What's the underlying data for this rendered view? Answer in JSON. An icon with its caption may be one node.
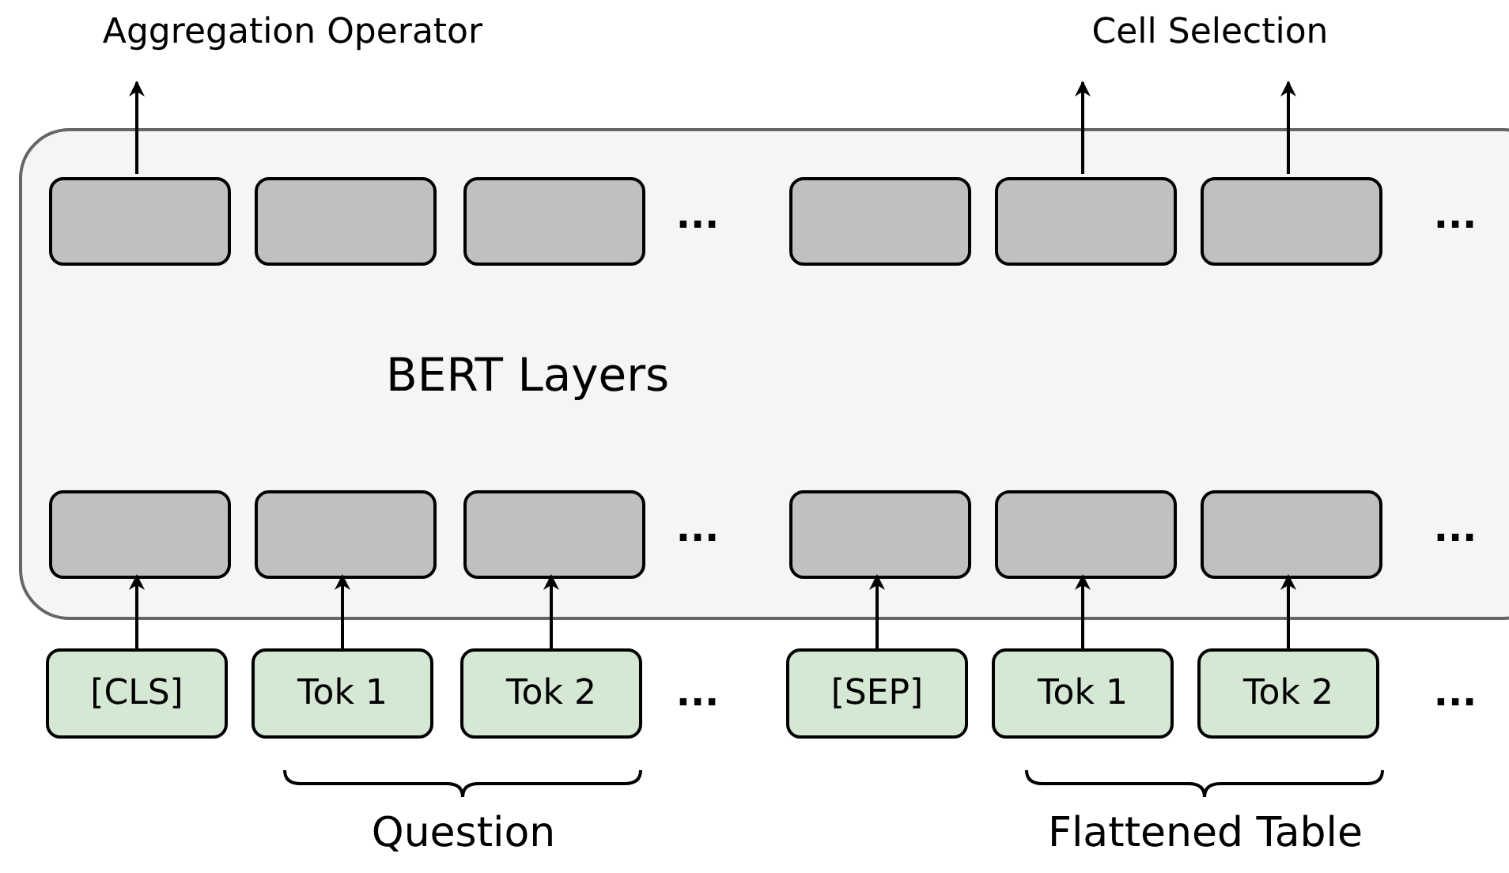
{
  "diagram": {
    "nodes": [
      {
        "text": [
          "Aggregation Operator"
        ]
      },
      {
        "text": [
          "Cell Selection"
        ]
      },
      {
        "text": [
          "BERT Layers"
        ]
      },
      {
        "text": [],
        "shape": "box",
        "in": 2
      },
      {
        "text": [],
        "shape": "box",
        "in": 2
      },
      {
        "text": [],
        "shape": "box",
        "in": 2
      },
      {
        "text": [],
        "shape": "box",
        "in": 2
      },
      {
        "text": [],
        "shape": "box",
        "in": 2
      },
      {
        "text": [],
        "shape": "box",
        "in": 2
      },
      {
        "text": [],
        "shape": "box",
        "in": 2
      },
      {
        "text": [],
        "shape": "box",
        "in": 2
      },
      {
        "text": [],
        "shape": "box",
        "in": 2
      },
      {
        "text": [],
        "shape": "box",
        "in": 2
      },
      {
        "text": [],
        "shape": "box",
        "in": 2
      },
      {
        "text": [],
        "shape": "box",
        "in": 2
      },
      {
        "text": [
          "[CLS]"
        ]
      },
      {
        "text": [
          "Tok 1"
        ]
      },
      {
        "text": [
          "Tok 2"
        ]
      },
      {
        "text": [
          "[SEP]"
        ]
      },
      {
        "text": [
          "Tok 1"
        ]
      },
      {
        "text": [
          "Tok 2"
        ]
      }
    ],
    "edges": [
      {
        "from": 15,
        "to": 9,
        "arrow": "to"
      },
      {
        "from": 16,
        "to": 10,
        "arrow": "to"
      },
      {
        "from": 17,
        "to": 11,
        "arrow": "to"
      },
      {
        "from": 18,
        "to": 12,
        "arrow": "to"
      },
      {
        "from": 19,
        "to": 13,
        "arrow": "to"
      },
      {
        "from": 20,
        "to": 14,
        "arrow": "to"
      },
      {
        "from": 3,
        "to": 0,
        "arrow": "to"
      },
      {
        "from": 7,
        "to": 1,
        "arrow": "to"
      },
      {
        "from": 8,
        "to": 1,
        "arrow": "to"
      }
    ],
    "labels": [
      "...",
      "...",
      "...",
      "...",
      "...",
      "...",
      "Question",
      "Flattened Table"
    ]
  }
}
